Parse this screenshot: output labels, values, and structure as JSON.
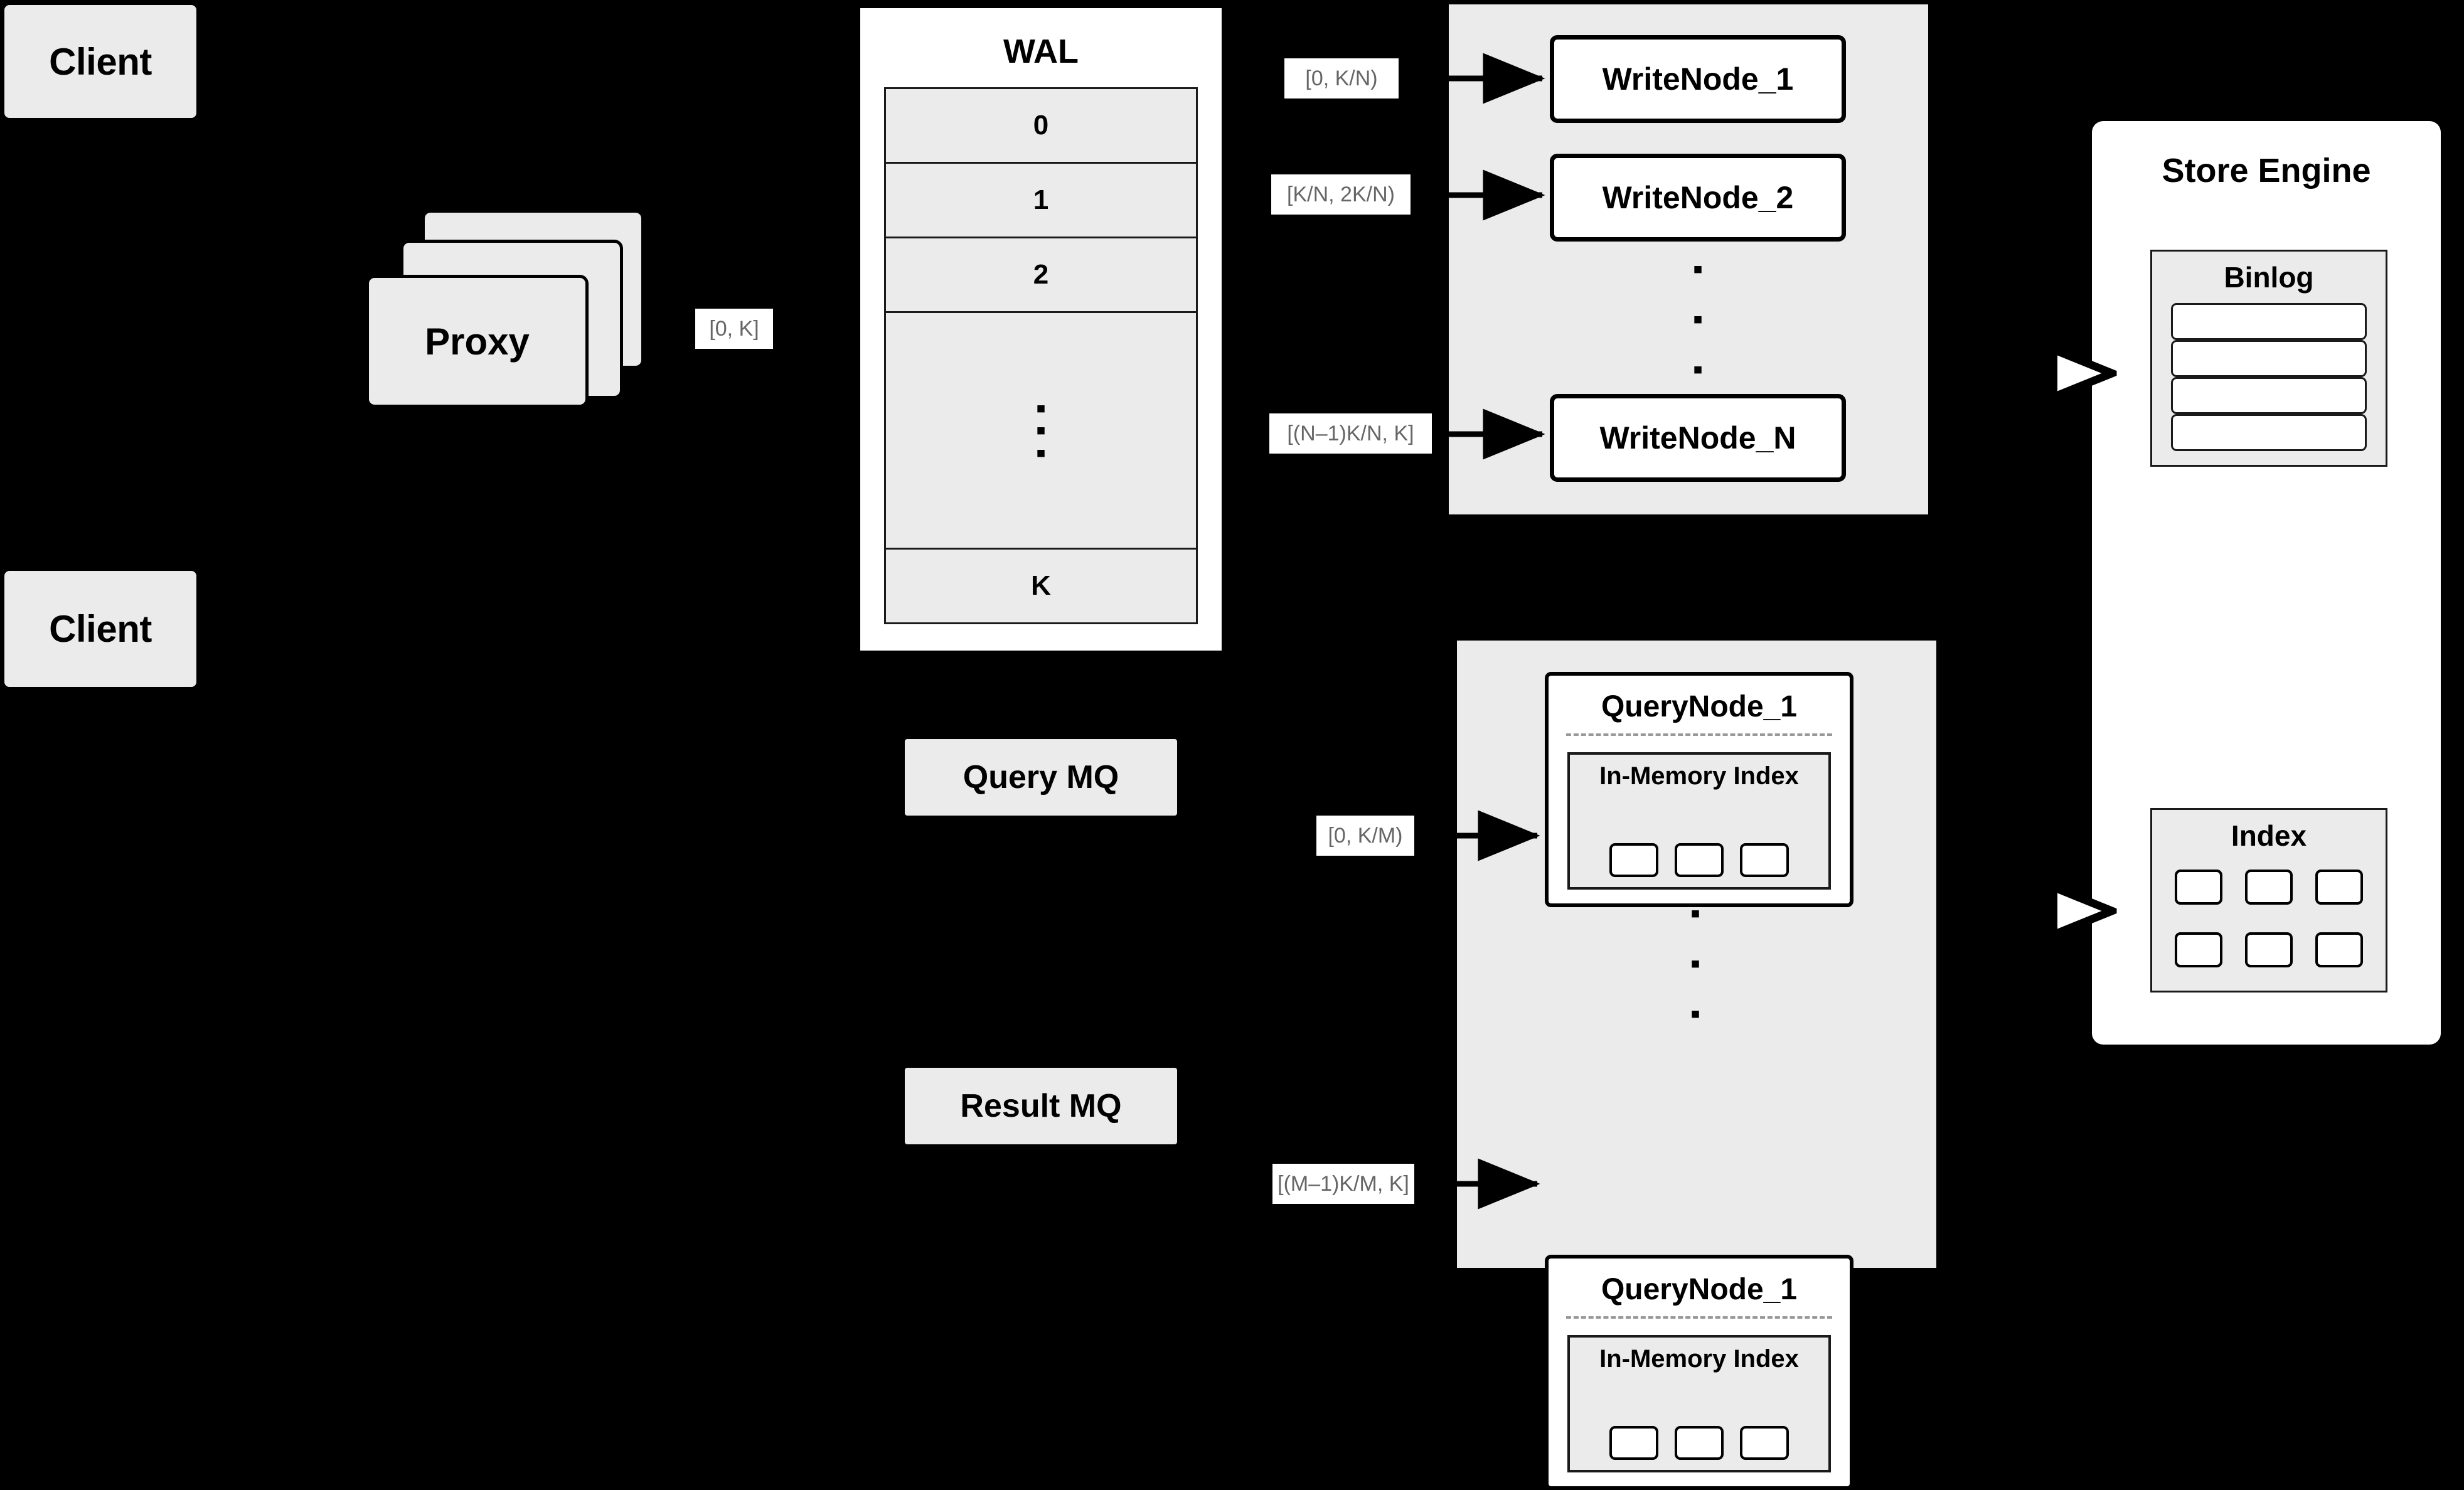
{
  "diagram": {
    "title": "Distributed Write/Query Architecture",
    "background": "#000000",
    "panel_fill": "#ebebeb",
    "node_fill": "#ffffff",
    "label_text_color": "#666666"
  },
  "clients": [
    {
      "label": "Client"
    },
    {
      "label": "Client"
    }
  ],
  "proxy": {
    "label": "Proxy",
    "stack_count": 3,
    "output_range_label": "[0, K]"
  },
  "wal": {
    "title": "WAL",
    "rows": [
      "0",
      "1",
      "2"
    ],
    "ellipsis": [
      "▪",
      "▪",
      "▪"
    ],
    "last_row": "K"
  },
  "mq": {
    "query": "Query MQ",
    "result": "Result MQ"
  },
  "write_cluster": {
    "nodes": [
      {
        "label": "WriteNode_1",
        "range": "[0,  K/N)"
      },
      {
        "label": "WriteNode_2",
        "range": "[K/N, 2K/N)"
      },
      {
        "label": "WriteNode_N",
        "range": "[(N–1)K/N,  K]"
      }
    ],
    "ellipsis": [
      "▪",
      "▪",
      "▪"
    ]
  },
  "query_cluster": {
    "nodes": [
      {
        "label": "QueryNode_1",
        "range": "[0, K/M)",
        "index_title": "In-Memory Index",
        "index_cells": 3
      },
      {
        "label": "QueryNode_1",
        "range": "[(M–1)K/M, K]",
        "index_title": "In-Memory Index",
        "index_cells": 3
      }
    ],
    "ellipsis": [
      "▪",
      "▪",
      "▪"
    ]
  },
  "store_engine": {
    "title": "Store Engine",
    "binlog": {
      "title": "Binlog",
      "segments": 4
    },
    "index": {
      "title": "Index",
      "cells": 6
    }
  }
}
